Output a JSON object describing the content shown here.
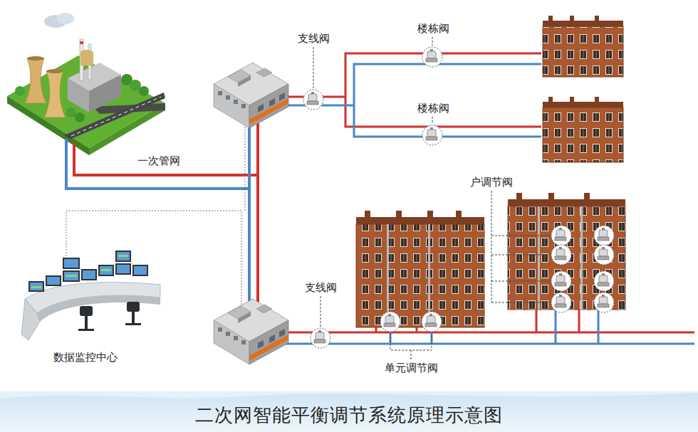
{
  "diagram": {
    "caption": "二次网智能平衡调节系统原理示意图",
    "labels": [
      "支线阀",
      "楼栋阀",
      "楼栋阀",
      "一次管网",
      "户调节阀",
      "支线阀",
      "数据监控中心",
      "单元调节阀"
    ]
  }
}
